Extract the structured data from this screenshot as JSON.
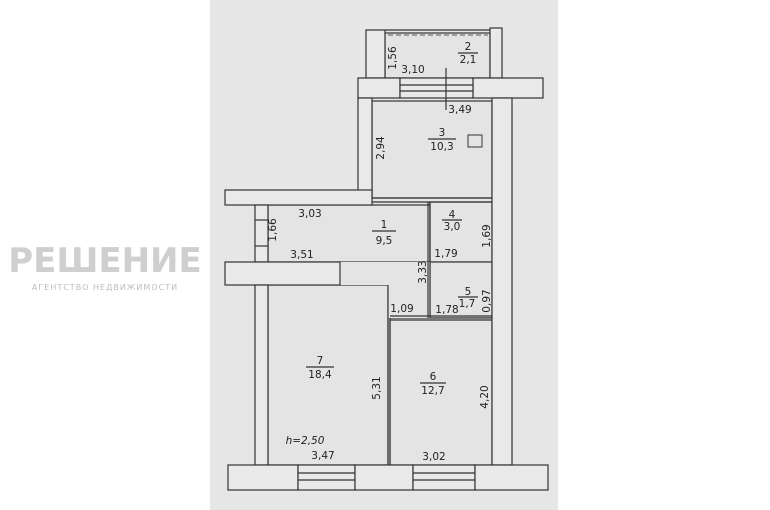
{
  "rooms": [
    {
      "number": "1",
      "area": "9,5"
    },
    {
      "number": "2",
      "area": "2,1"
    },
    {
      "number": "3",
      "area": "10,3"
    },
    {
      "number": "4",
      "area": "3,0"
    },
    {
      "number": "5",
      "area": "1,7"
    },
    {
      "number": "6",
      "area": "12,7"
    },
    {
      "number": "7",
      "area": "18,4"
    }
  ],
  "dimensions": {
    "balcony_depth": "1,56",
    "balcony_width": "3,10",
    "kitchen_width": "3,49",
    "kitchen_depth": "2,94",
    "hall_width": "3,03",
    "hall_side": "1,66",
    "hall_length": "3,51",
    "hall_depth": "3,33",
    "bath_width": "1,79",
    "bath_depth": "1,69",
    "wc_width": "1,78",
    "wc_depth": "0,97",
    "passage": "1,09",
    "room7_depth": "5,31",
    "room7_width": "3,47",
    "room6_depth": "4,20",
    "room6_width": "3,02"
  },
  "ceiling_height": "h=2,50",
  "watermark": {
    "brand": "РЕШЕНИЕ",
    "tagline": "АГЕНТСТВО НЕДВИЖИМОСТИ"
  }
}
